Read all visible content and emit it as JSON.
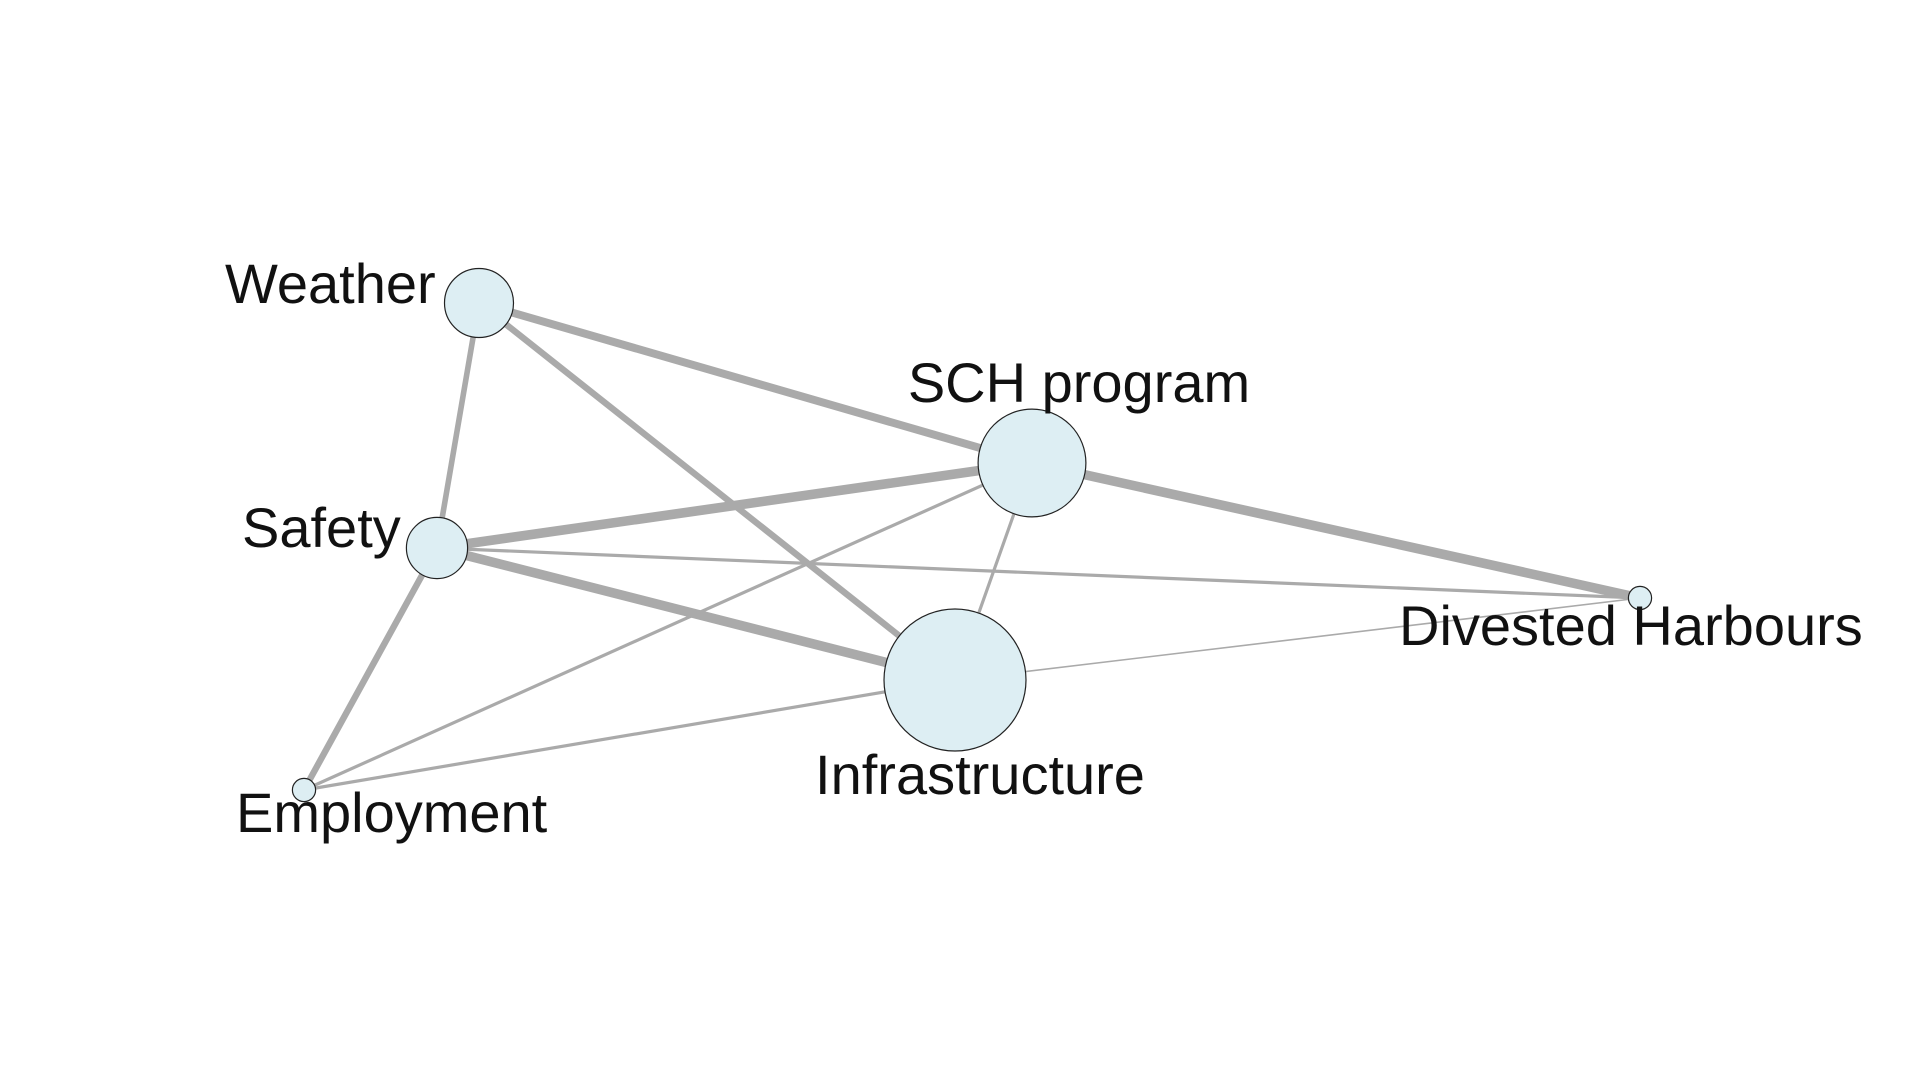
{
  "diagram": {
    "type": "network-graph",
    "colors": {
      "node_fill": "#ddeef3",
      "node_stroke": "#222222",
      "edge": "#aaaaaa",
      "label": "#111111",
      "background": "#ffffff"
    },
    "nodes": [
      {
        "id": "weather",
        "label": "Weather",
        "relative_size": 0.2
      },
      {
        "id": "safety",
        "label": "Safety",
        "relative_size": 0.15
      },
      {
        "id": "sch",
        "label": "SCH program",
        "relative_size": 0.55
      },
      {
        "id": "infrastructure",
        "label": "Infrastructure",
        "relative_size": 1.0
      },
      {
        "id": "employment",
        "label": "Employment",
        "relative_size": 0.01
      },
      {
        "id": "divested",
        "label": "Divested Harbours",
        "relative_size": 0.01
      }
    ],
    "edges": [
      {
        "source": "weather",
        "target": "sch",
        "weight": 5
      },
      {
        "source": "weather",
        "target": "infrastructure",
        "weight": 4
      },
      {
        "source": "weather",
        "target": "safety",
        "weight": 3.5
      },
      {
        "source": "safety",
        "target": "sch",
        "weight": 6
      },
      {
        "source": "safety",
        "target": "infrastructure",
        "weight": 6
      },
      {
        "source": "safety",
        "target": "divested",
        "weight": 2
      },
      {
        "source": "safety",
        "target": "employment",
        "weight": 4
      },
      {
        "source": "sch",
        "target": "divested",
        "weight": 6
      },
      {
        "source": "sch",
        "target": "infrastructure",
        "weight": 2
      },
      {
        "source": "sch",
        "target": "employment",
        "weight": 2
      },
      {
        "source": "infrastructure",
        "target": "employment",
        "weight": 2
      },
      {
        "source": "infrastructure",
        "target": "divested",
        "weight": 1
      }
    ]
  }
}
